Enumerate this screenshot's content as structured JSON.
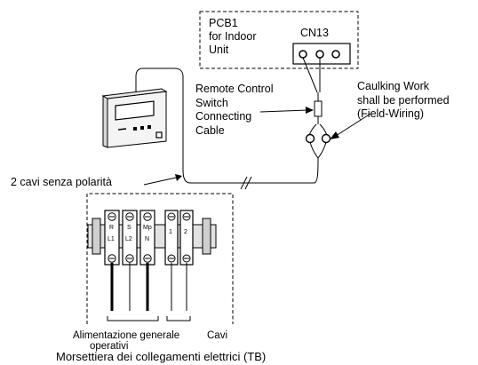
{
  "pcb": {
    "title": "PCB1\nfor Indoor\nUnit",
    "connector": "CN13"
  },
  "labels": {
    "remote_cable": "Remote Control\nSwitch\nConnecting\nCable",
    "caulking": "Caulking Work\nshall be performed\n(Field-Wiring)",
    "cables_no_polarity": "2 cavi senza polarità",
    "power_supply": "Alimentazione generale",
    "operative": "operativi",
    "cables": "Cavi",
    "terminal_board": "Morsettiera dei collegamenti elettrici (TB)"
  },
  "terminals": [
    {
      "top": "R",
      "bottom": "L1"
    },
    {
      "top": "S",
      "bottom": "L2"
    },
    {
      "top": "Mp",
      "bottom": "N"
    },
    {
      "top": "1",
      "bottom": ""
    },
    {
      "top": "2",
      "bottom": ""
    }
  ]
}
